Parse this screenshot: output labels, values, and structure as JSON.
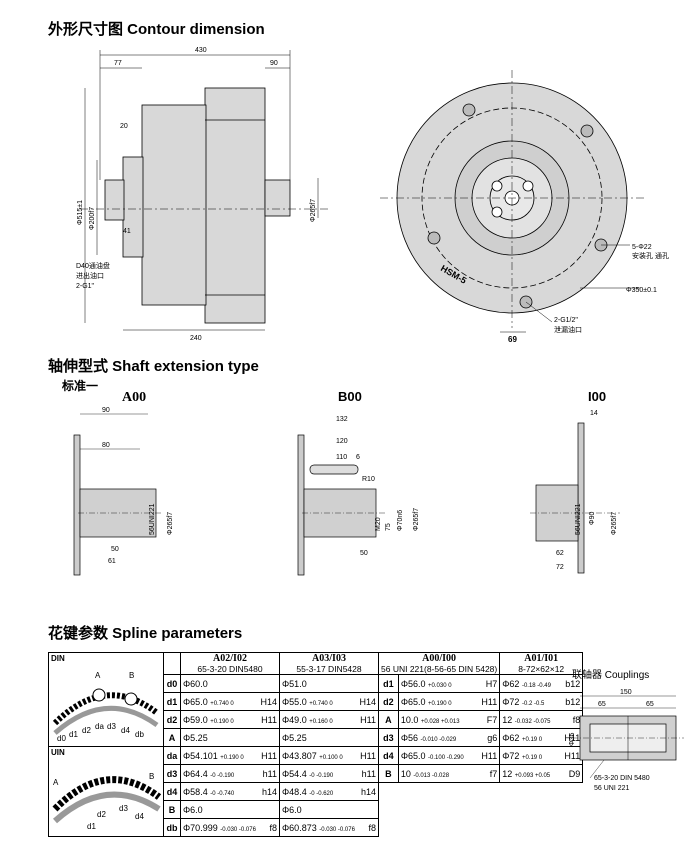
{
  "sections": {
    "contour": "外形尺寸图  Contour dimension",
    "shaft": "轴伸型式  Shaft extension type",
    "standard": "标准一",
    "spline": "花键参数  Spline parameters",
    "couplings": "联轴器  Couplings"
  },
  "contour": {
    "dims": {
      "d430": "430",
      "d77": "77",
      "d90": "90",
      "d20": "20",
      "d41": "41",
      "d240": "240",
      "d515": "Φ515±1",
      "d200": "Φ200f7",
      "d265": "Φ265f7",
      "port_note_1": "D40通油盘",
      "port_note_2": "进出油口",
      "port_note_3": "2-G1\"",
      "holes_1": "5-Φ22",
      "holes_2": "安装孔 通孔",
      "pcd": "Φ350±0.1",
      "drain_1": "2-G1/2\"",
      "drain_2": "泄漏油口",
      "d69": "69",
      "model": "HSM-5"
    }
  },
  "shafts": {
    "a00": {
      "title": "A00",
      "d90": "90",
      "d80": "80",
      "d50": "50",
      "d61": "61",
      "spline": "56UNI221",
      "d265": "Φ265f7"
    },
    "b00": {
      "title": "B00",
      "d132": "132",
      "d120": "120",
      "d110": "110",
      "d6": "6",
      "r10": "R10",
      "d50": "50",
      "m20": "M20",
      "d75": "75",
      "d70": "Φ70n6",
      "d265": "Φ265f7"
    },
    "i00": {
      "title": "I00",
      "d14": "14",
      "d62": "62",
      "d72": "72",
      "spline": "56UNI221",
      "d90": "Φ90",
      "d265": "Φ265f7"
    }
  },
  "spline_table": {
    "headers": [
      {
        "code": "A02/I02",
        "spec": "65-3-20 DIN5480"
      },
      {
        "code": "A03/I03",
        "spec": "55-3-17 DIN5428"
      },
      {
        "code": "A00/I00",
        "spec": "56 UNI 221(8-56-65 DIN 5428)"
      },
      {
        "code": "A01/I01",
        "spec": "8-72×62×12"
      }
    ],
    "din_label": "DIN",
    "uin_label": "UIN",
    "din_rows": [
      {
        "label": "d0",
        "c1": "Φ60.0",
        "c2": "Φ51.0",
        "l3": "d1",
        "c3": "Φ56.0",
        "t3": "+0.030 0",
        "f3": "H7",
        "c4": "Φ62",
        "t4": "-0.18 -0.49",
        "f4": "b12"
      },
      {
        "label": "d1",
        "c1": "Φ65.0",
        "t1": "+0.740 0",
        "f1": "H14",
        "c2": "Φ55.0",
        "t2": "+0.740 0",
        "f2": "H14",
        "l3": "d2",
        "c3": "Φ65.0",
        "t3": "+0.190 0",
        "f3": "H11",
        "c4": "Φ72",
        "t4": "-0.2 -0.5",
        "f4": "b12"
      },
      {
        "label": "d2",
        "c1": "Φ59.0",
        "t1": "+0.190 0",
        "f1": "H11",
        "c2": "Φ49.0",
        "t2": "+0.160 0",
        "f2": "H11",
        "l3": "A",
        "c3": "10.0",
        "t3": "+0.028 +0.013",
        "f3": "F7",
        "c4": "12",
        "t4": "-0.032 -0.075",
        "f4": "f8"
      },
      {
        "label": "A",
        "c1": "Φ5.25",
        "c2": "Φ5.25",
        "l3": "d3",
        "c3": "Φ56",
        "t3": "-0.010 -0.029",
        "f3": "g6",
        "c4": "Φ62",
        "t4": "+0.19 0",
        "f4": "H11"
      }
    ],
    "uin_rows": [
      {
        "label": "da",
        "c1": "Φ54.101",
        "t1": "+0.190 0",
        "f1": "H11",
        "c2": "Φ43.807",
        "t2": "+0.100 0",
        "f2": "H11",
        "l3": "d4",
        "c3": "Φ65.0",
        "t3": "-0.100 -0.290",
        "f3": "H11",
        "c4": "Φ72",
        "t4": "+0.19 0",
        "f4": "H11"
      },
      {
        "label": "d3",
        "c1": "Φ64.4",
        "t1": "-0 -0.190",
        "f1": "h11",
        "c2": "Φ54.4",
        "t2": "-0 -0.190",
        "f2": "h11",
        "l3": "B",
        "c3": "10",
        "t3": "-0.013 -0.028",
        "f3": "f7",
        "c4": "12",
        "t4": "+0.093 +0.05",
        "f4": "D9"
      },
      {
        "label": "d4",
        "c1": "Φ58.4",
        "t1": "-0 -0.740",
        "f1": "h14",
        "c2": "Φ48.4",
        "t2": "-0 -0.620",
        "f2": "h14"
      },
      {
        "label": "B",
        "c1": "Φ6.0",
        "c2": "Φ6.0"
      },
      {
        "label": "db",
        "c1": "Φ70.999",
        "t1": "-0.030 -0.076",
        "f1": "f8",
        "c2": "Φ60.873",
        "t2": "-0.030 -0.076",
        "f2": "f8"
      }
    ],
    "din_pic_labels": {
      "a": "A",
      "b": "B",
      "d0": "d0",
      "d1": "d1",
      "d2": "d2",
      "d3": "d3",
      "d4": "d4",
      "db": "db",
      "da": "da"
    },
    "uin_pic_labels": {
      "a": "A",
      "b": "B",
      "d1": "d1",
      "d2": "d2",
      "d3": "d3",
      "d4": "d4"
    }
  },
  "coupling": {
    "d150": "150",
    "d65a": "65",
    "d65b": "65",
    "d35": "Φ35",
    "spec1": "65-3-20 DIN 5480",
    "spec2": "56 UNI 221"
  }
}
